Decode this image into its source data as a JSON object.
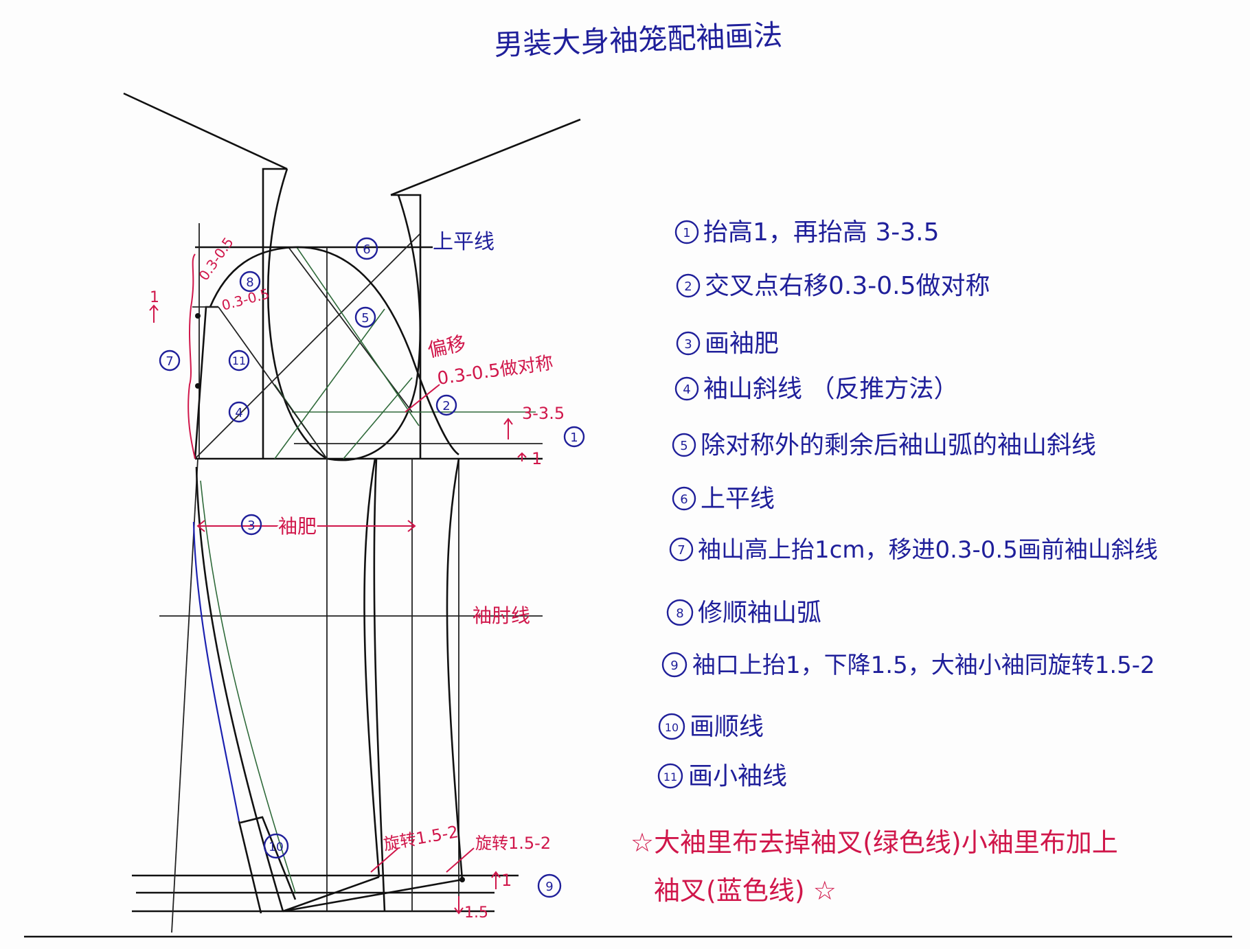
{
  "title": "男装大身袖笼配袖画法",
  "colors": {
    "ink": "#111111",
    "blue_pen": "#1f1f9a",
    "red_pen": "#d0164a",
    "green_line": "#2f6a3a",
    "blue_line": "#1c22b0"
  },
  "diagram_labels": {
    "top_level_line": "上平线",
    "offset": "偏移",
    "offset_symmetric": "0.3-0.5做对称",
    "raise_3": "3-3.5",
    "raise_1": "1",
    "shift_a": "0.3-0.5",
    "shift_b": "0.3-0.5",
    "raise_front_1": "1",
    "sleeve_width": "袖肥",
    "elbow_line": "袖肘线",
    "rotate_a": "旋转1.5-2",
    "rotate_b": "旋转1.5-2",
    "hem_up": "1",
    "hem_down": "1.5",
    "markers": {
      "m1": "1",
      "m2": "2",
      "m3": "3",
      "m4": "4",
      "m5": "5",
      "m6": "6",
      "m7": "7",
      "m8": "8",
      "m9": "9",
      "m10": "10",
      "m11": "11"
    }
  },
  "steps": [
    {
      "num": "1",
      "text": "抬高1，再抬高 3-3.5"
    },
    {
      "num": "2",
      "text": "交叉点右移0.3-0.5做对称"
    },
    {
      "num": "3",
      "text": "画袖肥"
    },
    {
      "num": "4",
      "text": "袖山斜线 （反推方法）"
    },
    {
      "num": "5",
      "text": "除对称外的剩余后袖山弧的袖山斜线"
    },
    {
      "num": "6",
      "text": "上平线"
    },
    {
      "num": "7",
      "text": "袖山高上抬1cm，移进0.3-0.5画前袖山斜线"
    },
    {
      "num": "8",
      "text": "修顺袖山弧"
    },
    {
      "num": "9",
      "text": "袖口上抬1，下降1.5，大袖小袖同旋转1.5-2"
    },
    {
      "num": "10",
      "text": "画顺线"
    },
    {
      "num": "11",
      "text": "画小袖线"
    }
  ],
  "note": {
    "line1": "☆大袖里布去掉袖叉(绿色线)小袖里布加上",
    "line2": "袖叉(蓝色线) ☆"
  }
}
